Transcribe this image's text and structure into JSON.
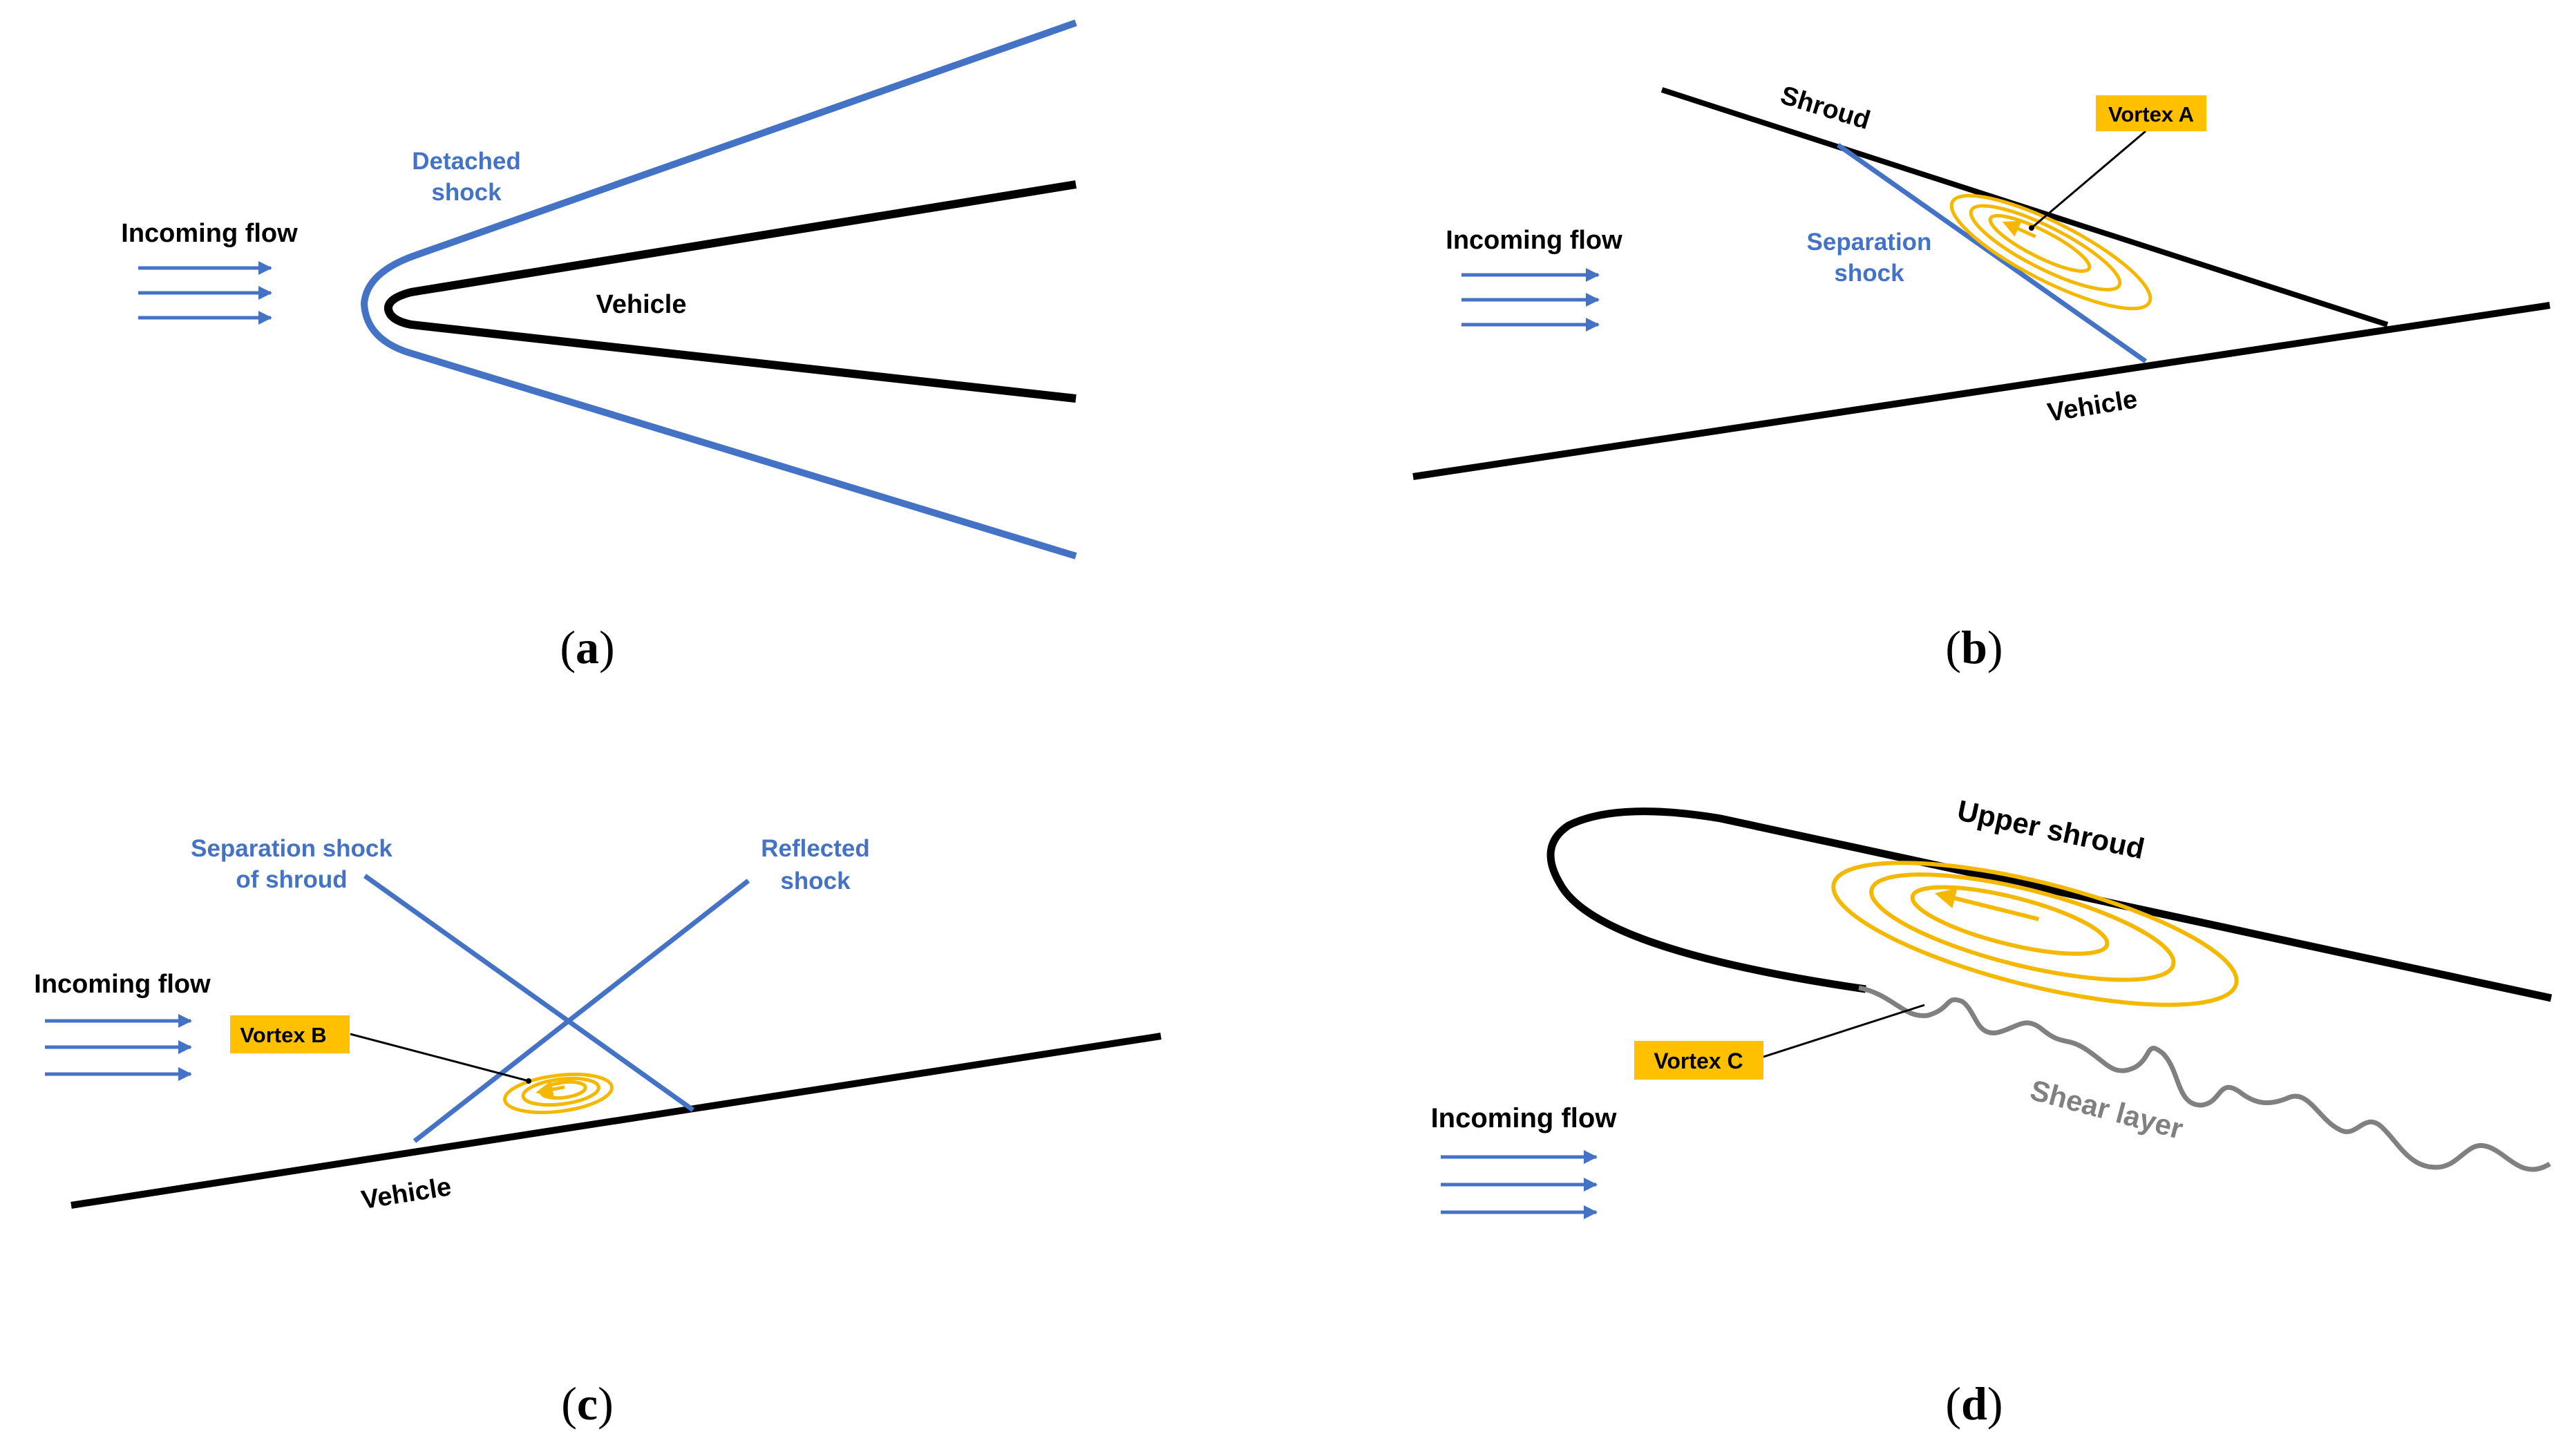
{
  "colors": {
    "vehicle": "#000000",
    "shock": "#4472C4",
    "vortex": "#F5B800",
    "vortex_label_bg": "#FFC000",
    "shear_layer": "#808080"
  },
  "panel_a": {
    "label": "(a)",
    "label_letter": "a",
    "incoming_flow": "Incoming flow",
    "shock_line1": "Detached",
    "shock_line2": "shock",
    "vehicle": "Vehicle"
  },
  "panel_b": {
    "label": "(b)",
    "label_letter": "b",
    "incoming_flow": "Incoming flow",
    "shroud": "Shroud",
    "shock_line1": "Separation",
    "shock_line2": "shock",
    "vortex": "Vortex A",
    "vehicle": "Vehicle"
  },
  "panel_c": {
    "label": "(c)",
    "label_letter": "c",
    "incoming_flow": "Incoming flow",
    "separation_line1": "Separation shock",
    "separation_line2": "of shroud",
    "reflected_line1": "Reflected",
    "reflected_line2": "shock",
    "vortex": "Vortex B",
    "vehicle": "Vehicle"
  },
  "panel_d": {
    "label": "(d)",
    "label_letter": "d",
    "incoming_flow": "Incoming flow",
    "upper_shroud": "Upper shroud",
    "vortex": "Vortex C",
    "shear_layer": "Shear layer"
  }
}
